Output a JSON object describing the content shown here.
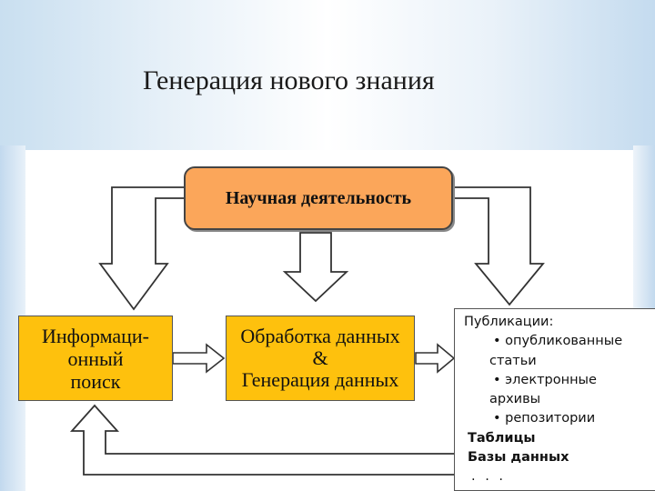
{
  "title": "Генерация нового знания",
  "nodes": {
    "top": "Научная деятельность",
    "left": {
      "line1": "Информаци-",
      "line2": "онный",
      "line3": "поиск"
    },
    "middle": {
      "line1": "Обработка данных",
      "line2": "&",
      "line3": "Генерация данных"
    }
  },
  "publications": {
    "heading": "Публикации:",
    "items": [
      {
        "bullet": "•",
        "line1": "опубликованные",
        "line2": "статьи"
      },
      {
        "bullet": "•",
        "line1": "электронные",
        "line2": "архивы"
      },
      {
        "bullet": "•",
        "line1": "репозитории",
        "line2": ""
      }
    ],
    "tables": "Таблицы",
    "databases": "Базы данных",
    "ellipsis": ". . ."
  },
  "colors": {
    "top_box": "#fba65a",
    "process_box": "#fec10d",
    "arrow_fill": "#ffffff",
    "arrow_stroke": "#333333"
  }
}
